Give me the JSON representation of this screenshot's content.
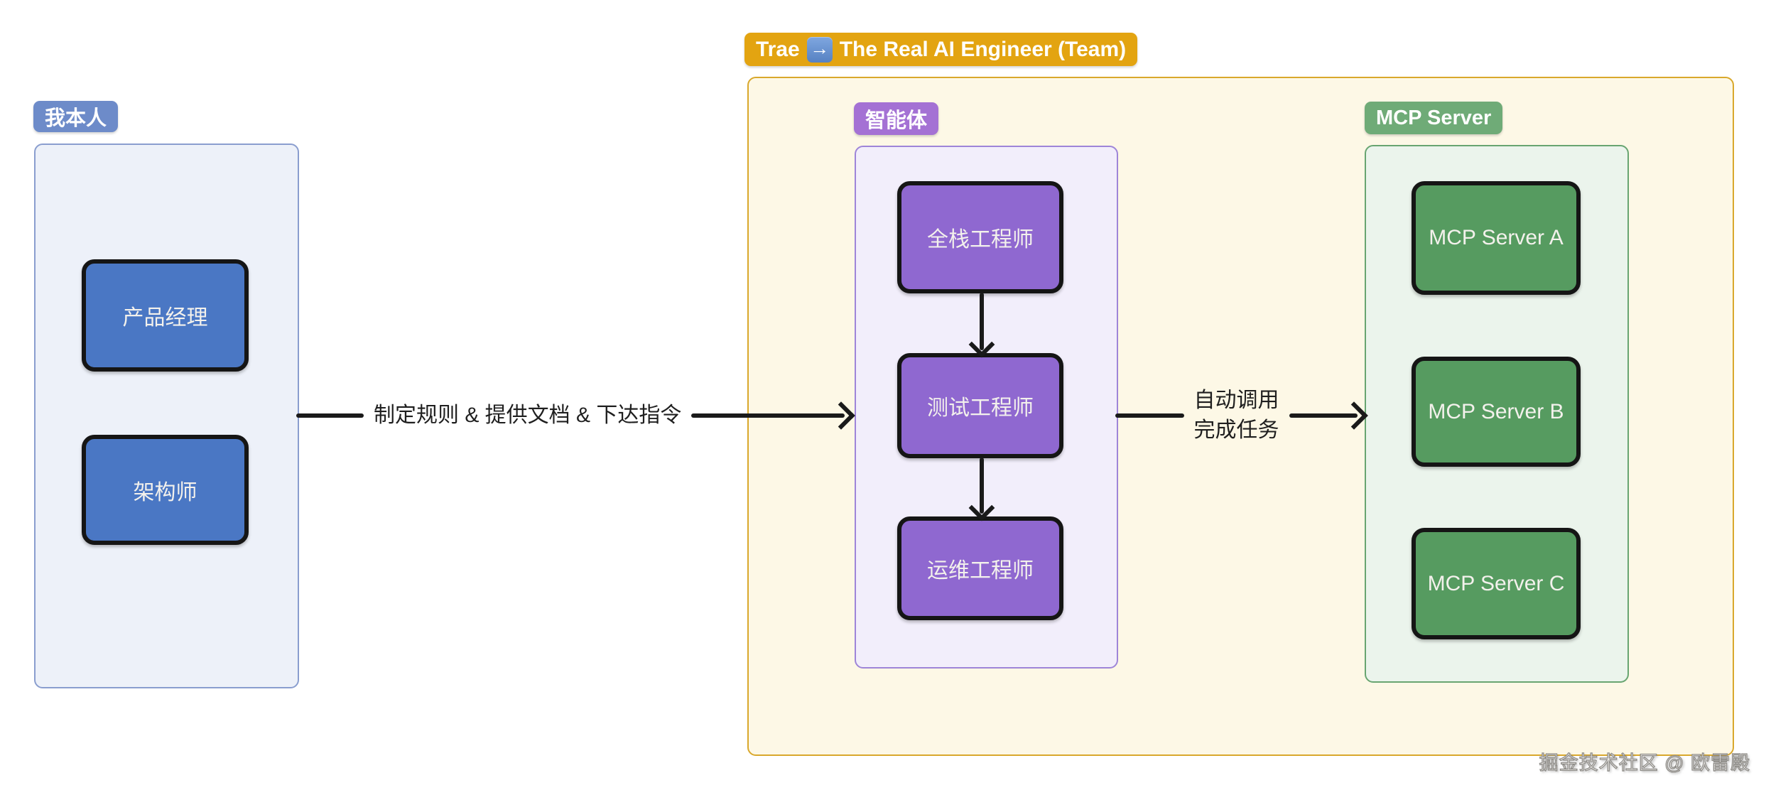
{
  "diagram": {
    "me_group": {
      "badge": "我本人",
      "nodes": [
        {
          "label": "产品经理"
        },
        {
          "label": "架构师"
        }
      ]
    },
    "team_group": {
      "badge_prefix": "Trae",
      "badge_arrow_glyph": "→",
      "badge_suffix": "The Real AI Engineer (Team)",
      "agent_group": {
        "badge": "智能体",
        "nodes": [
          {
            "label": "全栈工程师"
          },
          {
            "label": "测试工程师"
          },
          {
            "label": "运维工程师"
          }
        ]
      },
      "mcp_group": {
        "badge": "MCP Server",
        "nodes": [
          {
            "label": "MCP Server A"
          },
          {
            "label": "MCP Server B"
          },
          {
            "label": "MCP Server C"
          }
        ]
      }
    },
    "edges": {
      "me_to_agent": {
        "label": "制定规则 & 提供文档 & 下达指令"
      },
      "agent_to_mcp": {
        "label_line1": "自动调用",
        "label_line2": "完成任务"
      }
    },
    "watermark": "掘金技术社区 @ 欧雷殿",
    "colors": {
      "me_badge": "#6d8bc9",
      "me_container_bg": "#edf1f9",
      "me_container_border": "#8a9ecf",
      "me_node": "#4a77c4",
      "team_badge": "#e3a411",
      "team_container_bg": "#fdf8e6",
      "team_container_border": "#d9a82c",
      "agent_badge": "#a471d4",
      "agent_container_bg": "#f2eefb",
      "agent_container_border": "#9e85d8",
      "agent_node": "#8f68d0",
      "mcp_badge": "#6fab77",
      "mcp_container_bg": "#ebf4ec",
      "mcp_container_border": "#68a571",
      "mcp_node": "#569b60",
      "node_border": "#151515",
      "node_text": "#f3f1ec",
      "arrow": "#1a1a1a",
      "emoji_arrow_bg": "#6b97d9",
      "page_bg": "#ffffff"
    }
  }
}
